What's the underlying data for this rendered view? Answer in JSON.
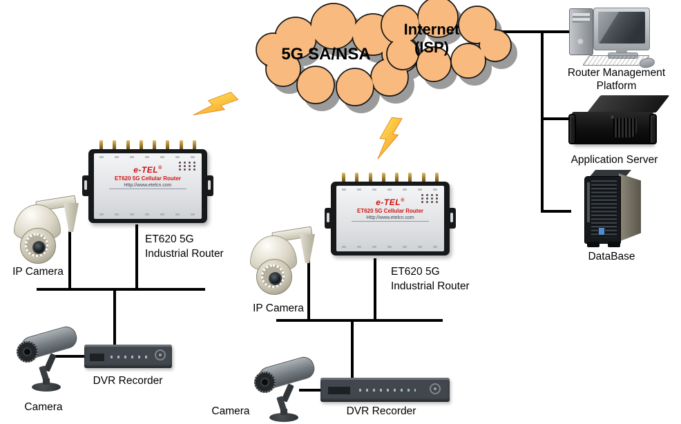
{
  "cloud": {
    "label_5g": "5G SA/NSA",
    "label_internet_line1": "Internet",
    "label_internet_line2": "(ISP)"
  },
  "router_device": {
    "logo": "e-TEL",
    "reg": "®",
    "name": "ET620 5G Cellular Router",
    "url": "Http://www.etelcn.com"
  },
  "sites": [
    {
      "router_label_line1": "ET620 5G",
      "router_label_line2": "Industrial Router",
      "ip_camera": "IP Camera",
      "camera": "Camera",
      "dvr": "DVR Recorder"
    },
    {
      "router_label_line1": "ET620 5G",
      "router_label_line2": "Industrial Router",
      "ip_camera": "IP Camera",
      "camera": "Camera",
      "dvr": "DVR Recorder"
    }
  ],
  "right_side": {
    "management_line1": "Router Management",
    "management_line2": "Platform",
    "app_server": "Application Server",
    "database": "DataBase"
  },
  "colors": {
    "cloud_fill": "#F8BA7E",
    "cloud_outline": "#141414",
    "cloud_shadow": "#9B9B9B",
    "bolt_yellow": "#FFE45C",
    "bolt_orange": "#F6951D",
    "line": "#000000",
    "router_brand_red": "#CF1212"
  }
}
